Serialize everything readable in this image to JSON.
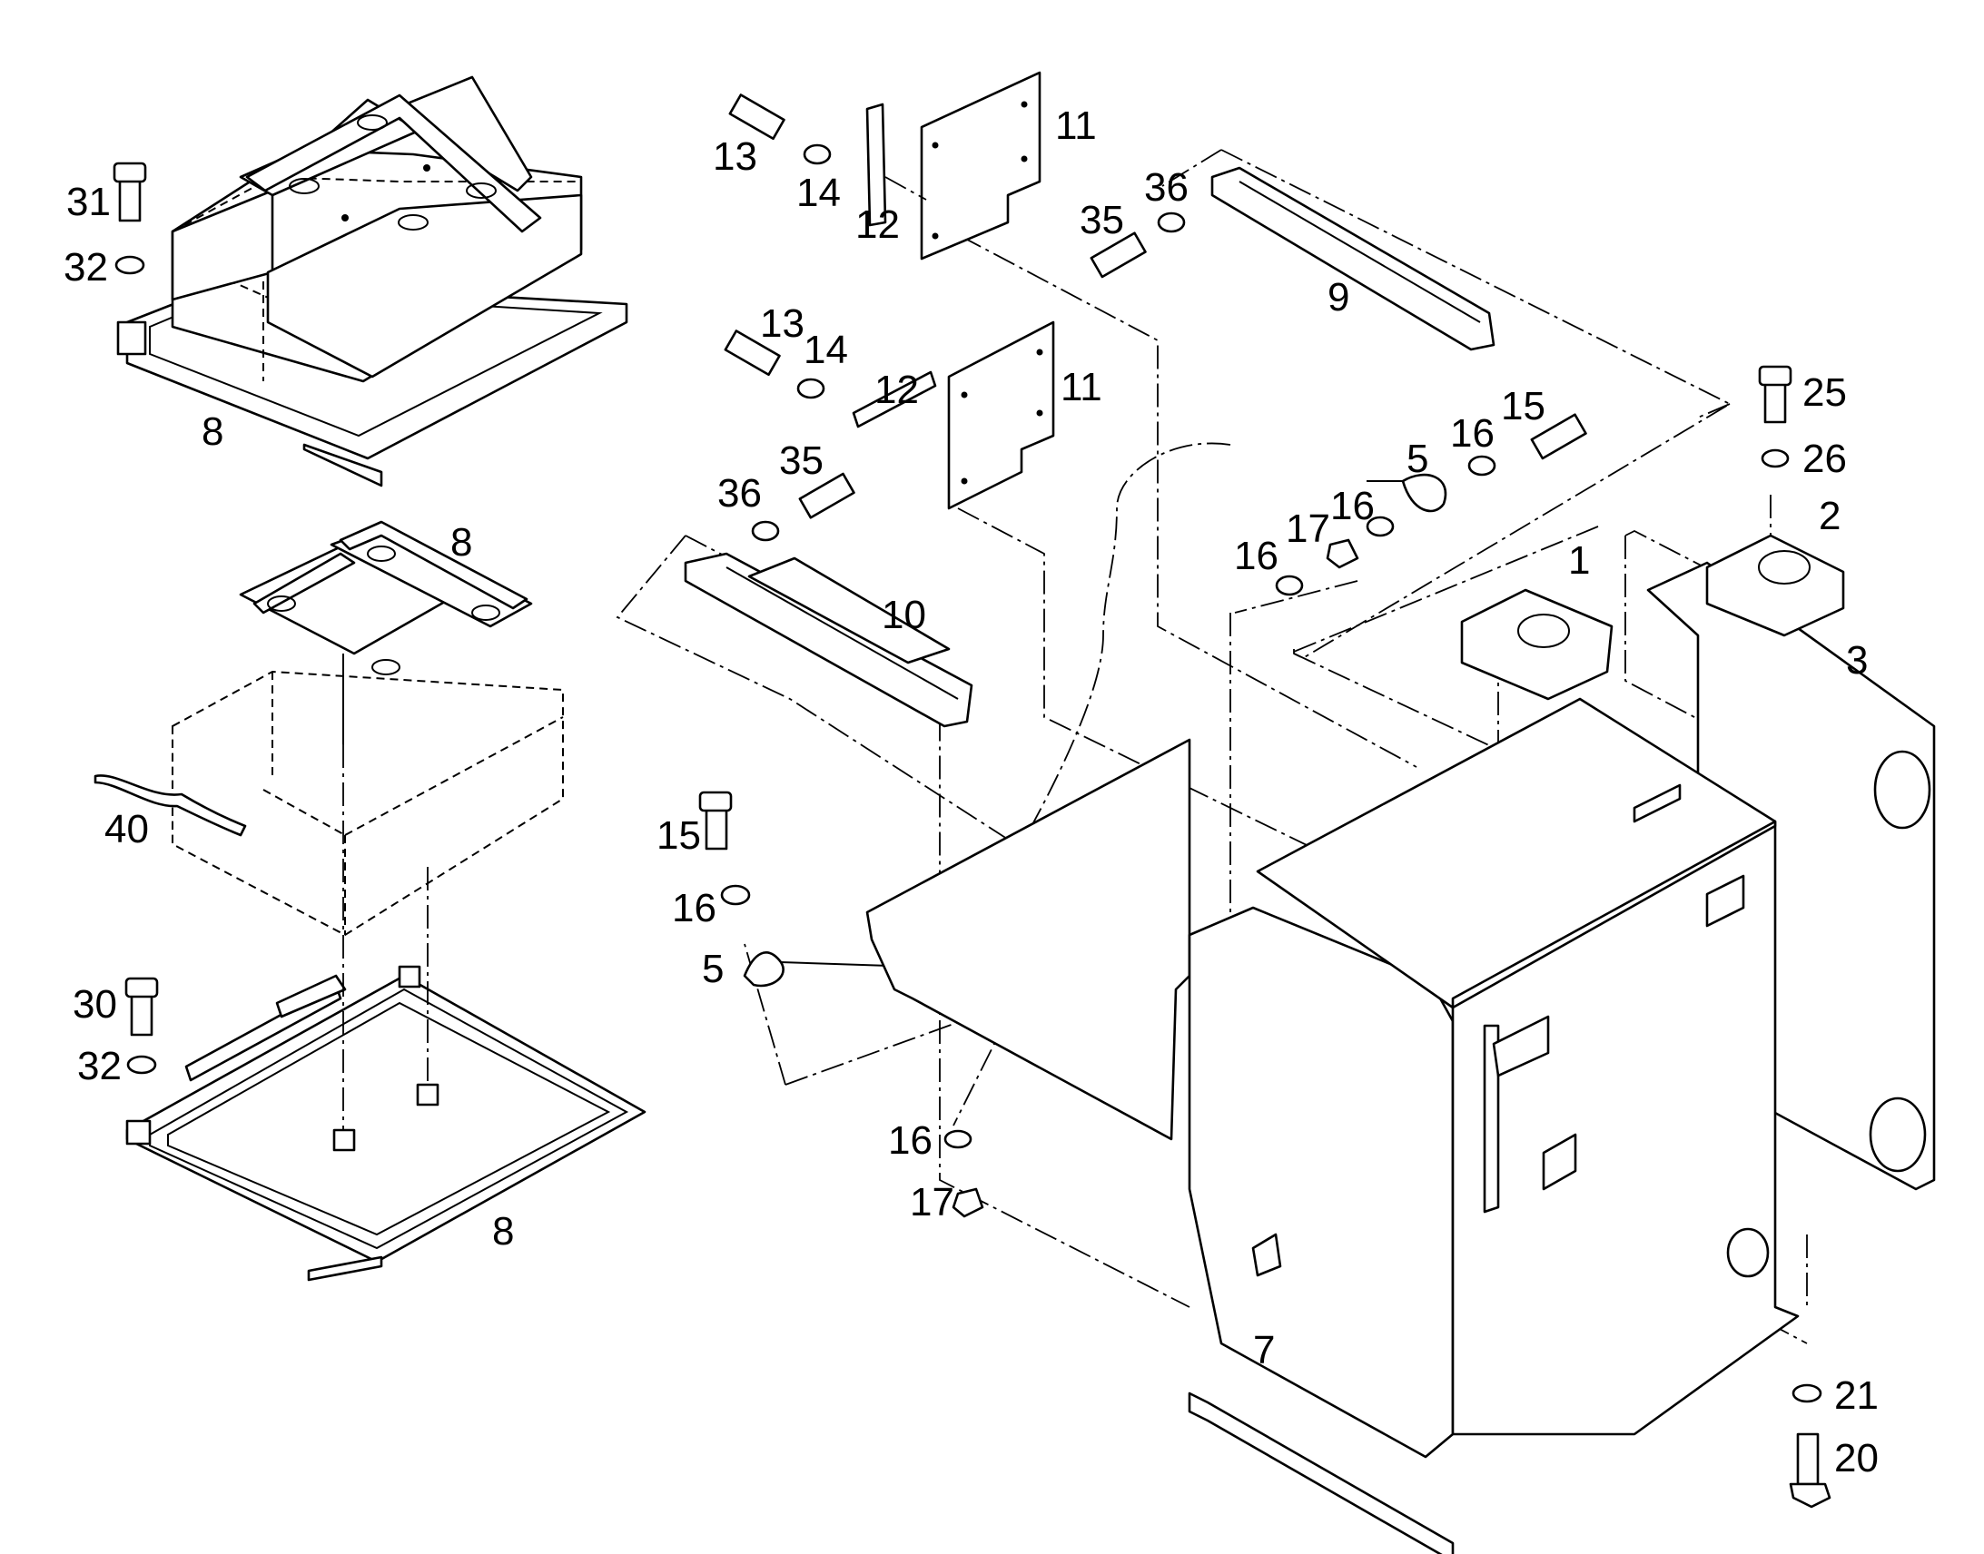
{
  "diagram": {
    "callouts": [
      {
        "id": "c1",
        "text": "1"
      },
      {
        "id": "c2",
        "text": "2"
      },
      {
        "id": "c3",
        "text": "3"
      },
      {
        "id": "c5a",
        "text": "5"
      },
      {
        "id": "c5b",
        "text": "5"
      },
      {
        "id": "c7",
        "text": "7"
      },
      {
        "id": "c8a",
        "text": "8"
      },
      {
        "id": "c8b",
        "text": "8"
      },
      {
        "id": "c8c",
        "text": "8"
      },
      {
        "id": "c9",
        "text": "9"
      },
      {
        "id": "c10",
        "text": "10"
      },
      {
        "id": "c11a",
        "text": "11"
      },
      {
        "id": "c11b",
        "text": "11"
      },
      {
        "id": "c12a",
        "text": "12"
      },
      {
        "id": "c12b",
        "text": "12"
      },
      {
        "id": "c13a",
        "text": "13"
      },
      {
        "id": "c13b",
        "text": "13"
      },
      {
        "id": "c14a",
        "text": "14"
      },
      {
        "id": "c14b",
        "text": "14"
      },
      {
        "id": "c15a",
        "text": "15"
      },
      {
        "id": "c15b",
        "text": "15"
      },
      {
        "id": "c16a",
        "text": "16"
      },
      {
        "id": "c16b",
        "text": "16"
      },
      {
        "id": "c16c",
        "text": "16"
      },
      {
        "id": "c16d",
        "text": "16"
      },
      {
        "id": "c16e",
        "text": "16"
      },
      {
        "id": "c17a",
        "text": "17"
      },
      {
        "id": "c17b",
        "text": "17"
      },
      {
        "id": "c20",
        "text": "20"
      },
      {
        "id": "c21",
        "text": "21"
      },
      {
        "id": "c25",
        "text": "25"
      },
      {
        "id": "c26",
        "text": "26"
      },
      {
        "id": "c30",
        "text": "30"
      },
      {
        "id": "c31",
        "text": "31"
      },
      {
        "id": "c32a",
        "text": "32"
      },
      {
        "id": "c32b",
        "text": "32"
      },
      {
        "id": "c35a",
        "text": "35"
      },
      {
        "id": "c35b",
        "text": "35"
      },
      {
        "id": "c36a",
        "text": "36"
      },
      {
        "id": "c36b",
        "text": "36"
      },
      {
        "id": "c40",
        "text": "40"
      }
    ]
  }
}
